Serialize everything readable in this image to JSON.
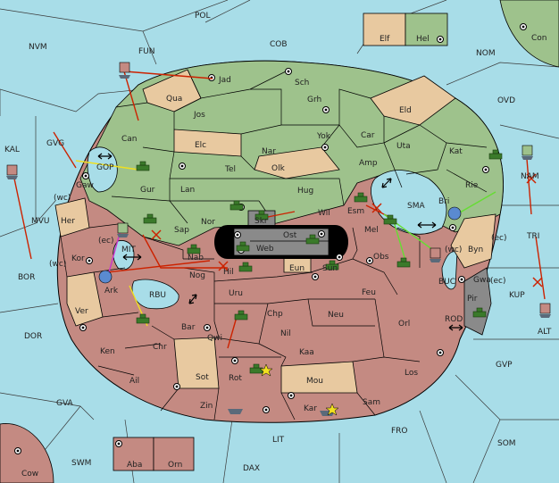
{
  "colors": {
    "sea": "#a8dde8",
    "green_power": "#9ec28c",
    "red_power": "#c48a82",
    "tan_power": "#e8c9a0",
    "grey_power": "#8a8a8a",
    "order_red": "#cc2200",
    "order_yellow": "#f0e020",
    "order_green": "#66dd33",
    "order_magenta": "#cc33cc"
  },
  "seas": [
    {
      "name": "POL",
      "id": "pol"
    },
    {
      "name": "COB",
      "id": "cob"
    },
    {
      "name": "NVM",
      "id": "nvm"
    },
    {
      "name": "FUN",
      "id": "fun"
    },
    {
      "name": "NOM",
      "id": "nom"
    },
    {
      "name": "OVD",
      "id": "ovd"
    },
    {
      "name": "Con",
      "id": "con"
    },
    {
      "name": "KAL",
      "id": "kal"
    },
    {
      "name": "GVG",
      "id": "gvg"
    },
    {
      "name": "GOP",
      "id": "gop"
    },
    {
      "name": "MVU",
      "id": "mvu"
    },
    {
      "name": "MIT",
      "id": "mit"
    },
    {
      "name": "BOR",
      "id": "bor"
    },
    {
      "name": "RBU",
      "id": "rbu"
    },
    {
      "name": "SMA",
      "id": "sma"
    },
    {
      "name": "NAM",
      "id": "nam"
    },
    {
      "name": "TRI",
      "id": "tri"
    },
    {
      "name": "KUP",
      "id": "kup"
    },
    {
      "name": "BUC",
      "id": "buc"
    },
    {
      "name": "ROD",
      "id": "rod"
    },
    {
      "name": "ALT",
      "id": "alt"
    },
    {
      "name": "GVP",
      "id": "gvp"
    },
    {
      "name": "DOR",
      "id": "dor"
    },
    {
      "name": "GVA",
      "id": "gva"
    },
    {
      "name": "FRO",
      "id": "fro"
    },
    {
      "name": "SOM",
      "id": "som"
    },
    {
      "name": "LIT",
      "id": "lit"
    },
    {
      "name": "SWM",
      "id": "swm"
    },
    {
      "name": "DAX",
      "id": "dax"
    },
    {
      "name": "Cow",
      "id": "cow"
    }
  ],
  "provinces": [
    {
      "name": "Elf"
    },
    {
      "name": "Hel"
    },
    {
      "name": "Jad"
    },
    {
      "name": "Sch"
    },
    {
      "name": "Qua"
    },
    {
      "name": "Jos"
    },
    {
      "name": "Grh"
    },
    {
      "name": "Eld"
    },
    {
      "name": "Can"
    },
    {
      "name": "Yok"
    },
    {
      "name": "Car"
    },
    {
      "name": "Elc"
    },
    {
      "name": "Nar"
    },
    {
      "name": "Uta"
    },
    {
      "name": "Kat"
    },
    {
      "name": "Tel"
    },
    {
      "name": "Olk"
    },
    {
      "name": "Amp"
    },
    {
      "name": "Gaw"
    },
    {
      "name": "Gur"
    },
    {
      "name": "Lan"
    },
    {
      "name": "Hug"
    },
    {
      "name": "Bri"
    },
    {
      "name": "Rie"
    },
    {
      "name": "Her"
    },
    {
      "name": "Nor"
    },
    {
      "name": "Skr"
    },
    {
      "name": "Wil"
    },
    {
      "name": "Esm"
    },
    {
      "name": "Sap"
    },
    {
      "name": "Ost"
    },
    {
      "name": "Web"
    },
    {
      "name": "Mel"
    },
    {
      "name": "Byn"
    },
    {
      "name": "Kor"
    },
    {
      "name": "Nab"
    },
    {
      "name": "Obs"
    },
    {
      "name": "Hil"
    },
    {
      "name": "Sun"
    },
    {
      "name": "Eun"
    },
    {
      "name": "Gwa"
    },
    {
      "name": "Ark"
    },
    {
      "name": "Nog"
    },
    {
      "name": "Pir"
    },
    {
      "name": "Uru"
    },
    {
      "name": "Feu"
    },
    {
      "name": "Ver"
    },
    {
      "name": "Chp"
    },
    {
      "name": "Neu"
    },
    {
      "name": "Bar"
    },
    {
      "name": "Qwi"
    },
    {
      "name": "Orl"
    },
    {
      "name": "Nil"
    },
    {
      "name": "Ken"
    },
    {
      "name": "Chr"
    },
    {
      "name": "Kaa"
    },
    {
      "name": "Ail"
    },
    {
      "name": "Rot"
    },
    {
      "name": "Sot"
    },
    {
      "name": "Los"
    },
    {
      "name": "Mou"
    },
    {
      "name": "Zin"
    },
    {
      "name": "Sam"
    },
    {
      "name": "Kar"
    },
    {
      "name": "Aba"
    },
    {
      "name": "Orn"
    }
  ],
  "coast_labels": [
    "(wc)",
    "(wc)",
    "(ec)",
    "(ec)",
    "(wc)",
    "(ec)"
  ],
  "unit_icons": [
    "army-icon",
    "fleet-icon",
    "supply-center-icon",
    "convoy-arrow-icon"
  ]
}
